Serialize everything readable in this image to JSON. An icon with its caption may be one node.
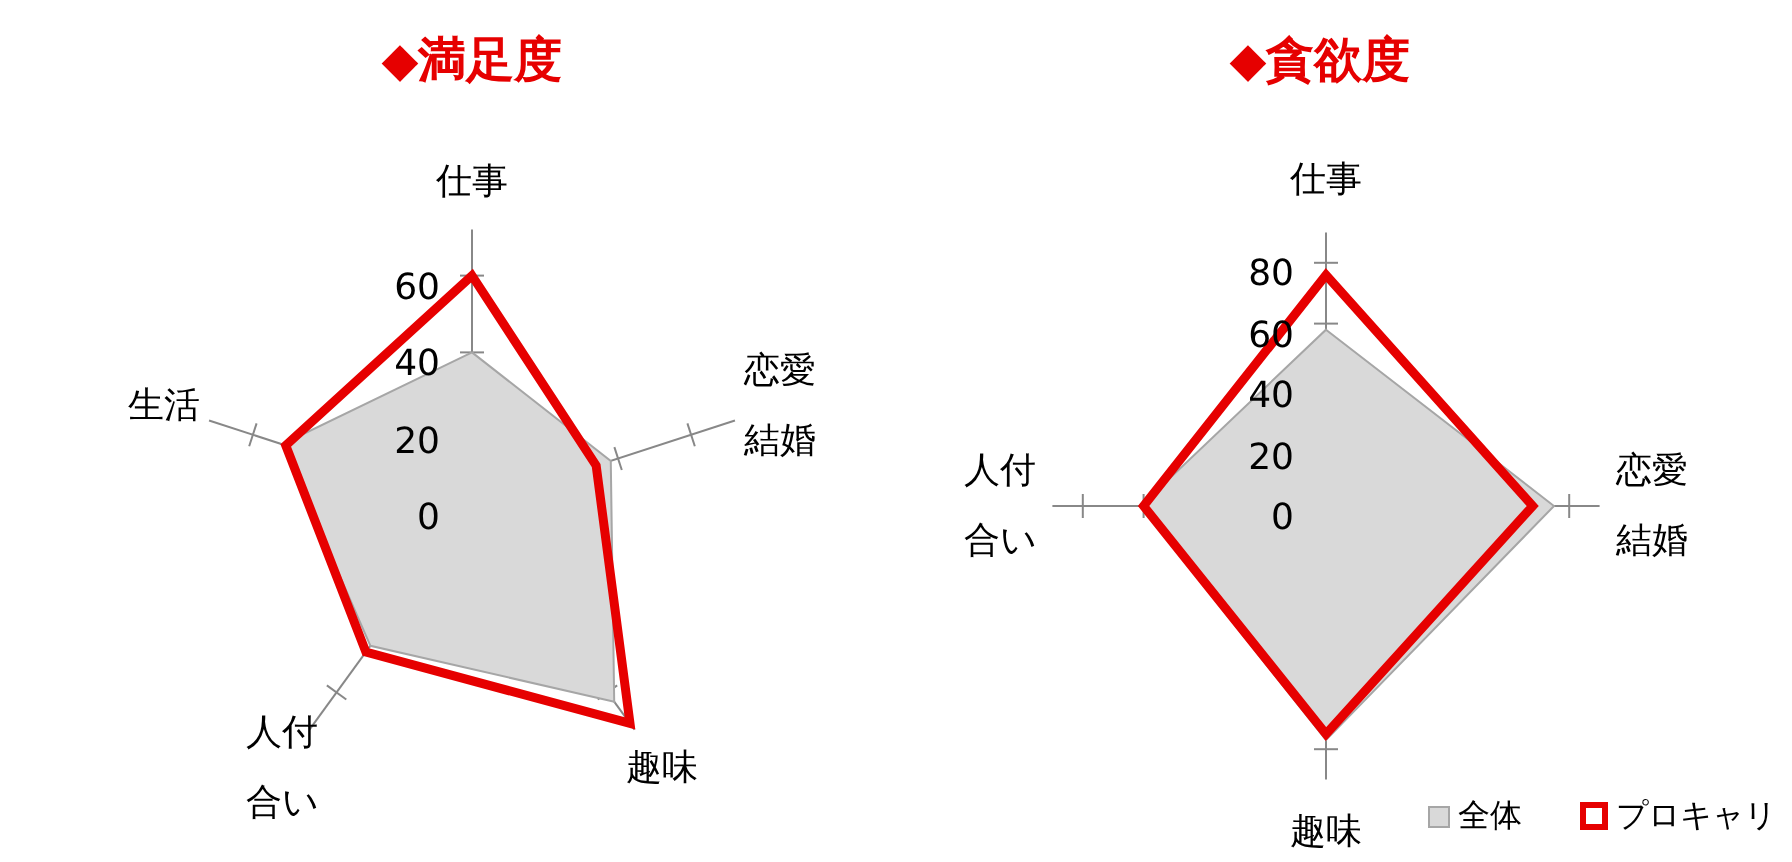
{
  "diagram": {
    "labels": [
      "◆満足度",
      "仕事",
      "恋愛結婚",
      "趣味",
      "人付合い",
      "生活",
      "60",
      "40",
      "20",
      "0",
      "◆貪欲度",
      "仕事",
      "恋愛結婚",
      "趣味",
      "人付合い",
      "80",
      "60",
      "40",
      "20",
      "0"
    ],
    "legend": [
      {
        "text": "全体",
        "color": "#d9d9d9"
      },
      {
        "text": "プロキャリ",
        "color": "#e60000"
      }
    ]
  }
}
